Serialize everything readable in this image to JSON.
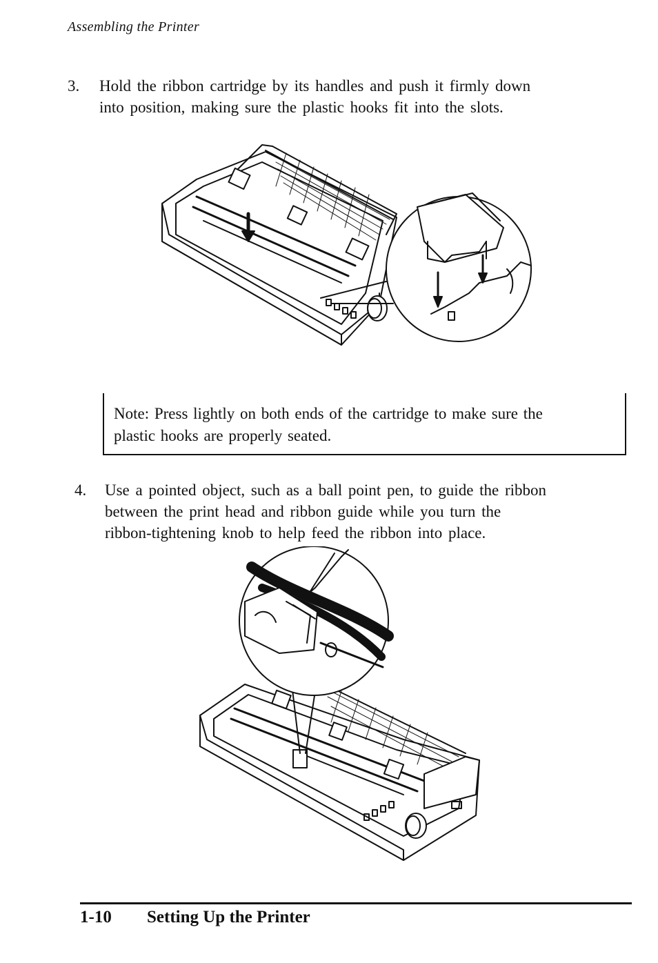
{
  "header": {
    "running_title": "Assembling the Printer"
  },
  "steps": [
    {
      "number": "3.",
      "lines": [
        "Hold the ribbon cartridge by its handles and push it firmly down",
        "into position, making sure the plastic hooks fit into the slots."
      ]
    },
    {
      "number": "4.",
      "lines": [
        "Use a pointed object, such as a ball point pen, to guide the ribbon",
        "between the print head and ribbon guide while you turn the",
        "ribbon-tightening knob to help feed the ribbon into place."
      ]
    }
  ],
  "note": {
    "lines": [
      "Note: Press lightly on both ends of the cartridge to make sure the",
      "plastic hooks are properly seated."
    ]
  },
  "figures": [
    {
      "subject": "printer-with-ribbon-cartridge-and-hook-detail"
    },
    {
      "subject": "printer-with-pen-guiding-ribbon-detail"
    }
  ],
  "footer": {
    "page_number": "1-10",
    "chapter_title": "Setting Up the Printer"
  }
}
